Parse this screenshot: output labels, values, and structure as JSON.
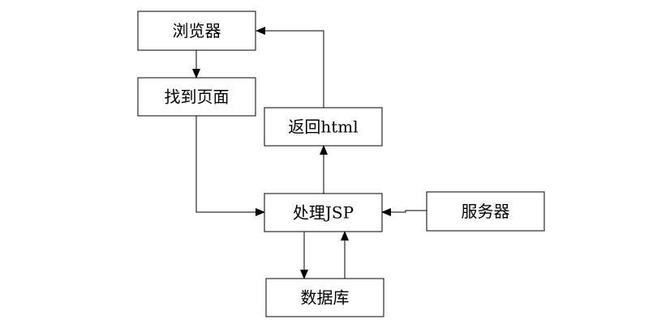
{
  "nodes": {
    "browser": "浏览器",
    "find_page": "找到页面",
    "return_html": "返回html",
    "process_jsp": "处理JSP",
    "server": "服务器",
    "database": "数据库"
  },
  "edges": [
    {
      "from": "browser",
      "to": "find_page"
    },
    {
      "from": "find_page",
      "to": "process_jsp"
    },
    {
      "from": "server",
      "to": "process_jsp"
    },
    {
      "from": "process_jsp",
      "to": "return_html"
    },
    {
      "from": "return_html",
      "to": "browser"
    },
    {
      "from": "process_jsp",
      "to": "database"
    },
    {
      "from": "database",
      "to": "process_jsp"
    }
  ]
}
